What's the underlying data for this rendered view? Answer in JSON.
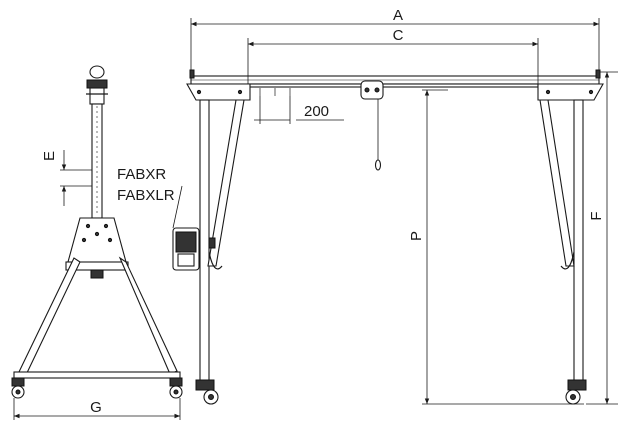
{
  "dimensions": {
    "A": "A",
    "C": "C",
    "slot_pitch": "200",
    "P": "P",
    "F": "F",
    "E": "E",
    "G": "G"
  },
  "callout": {
    "line1": "FABXR",
    "line2": "FABXLR"
  }
}
